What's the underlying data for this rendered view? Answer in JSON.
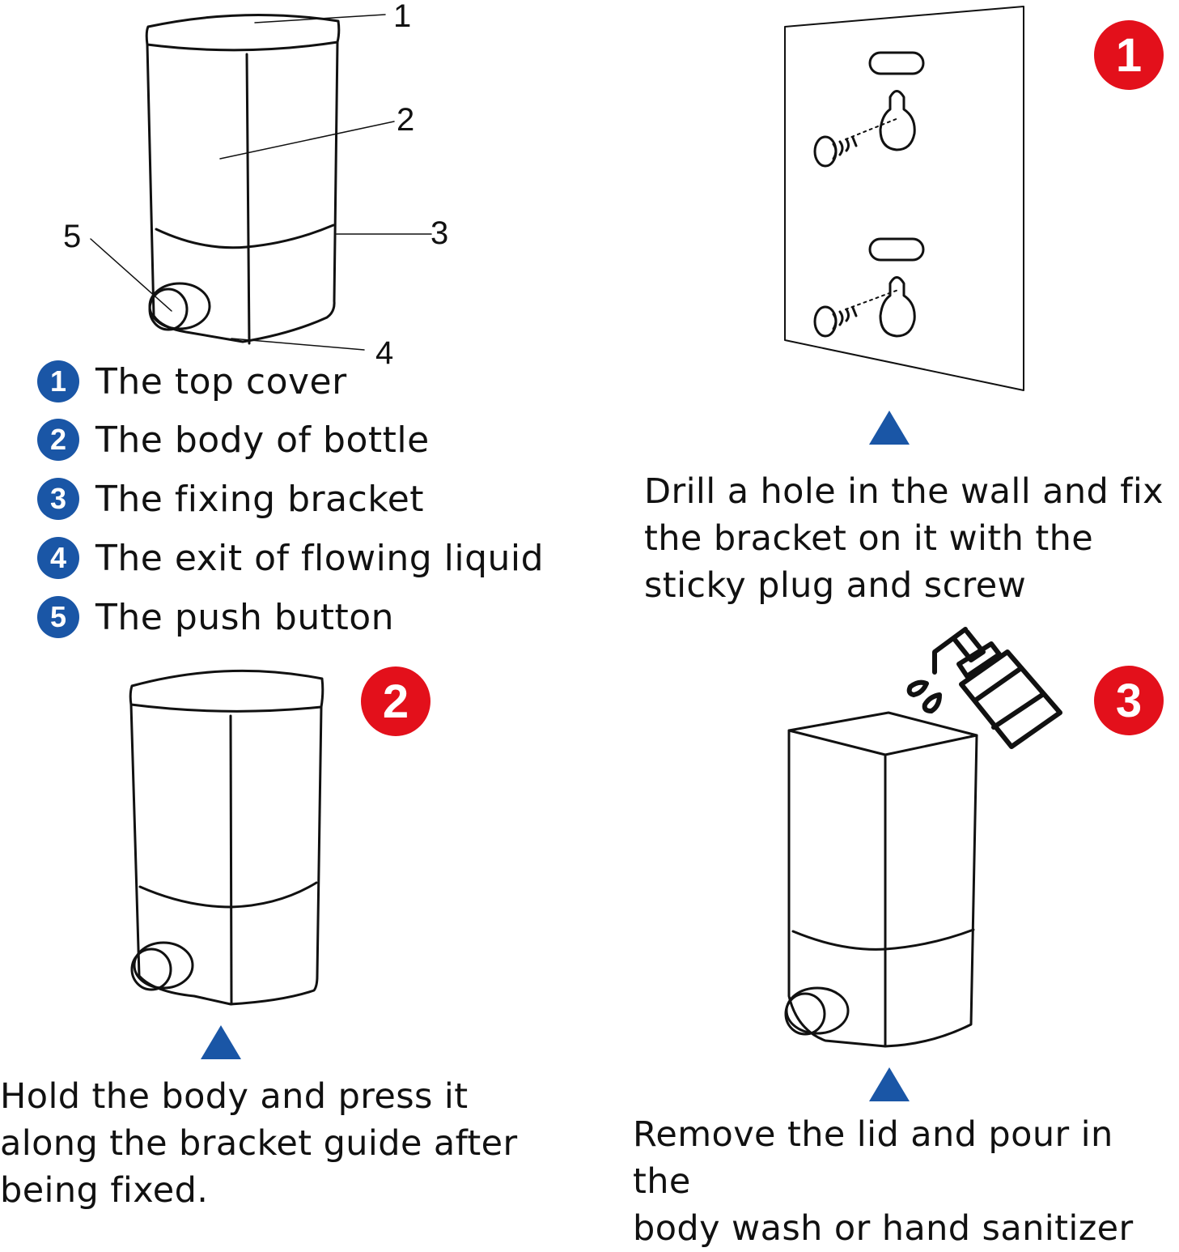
{
  "diagram": {
    "callouts": [
      "1",
      "2",
      "3",
      "4",
      "5"
    ],
    "parts": [
      {
        "number": "1",
        "label": "The top cover"
      },
      {
        "number": "2",
        "label": "The body of bottle"
      },
      {
        "number": "3",
        "label": "The fixing bracket"
      },
      {
        "number": "4",
        "label": "The exit of flowing liquid"
      },
      {
        "number": "5",
        "label": "The push button"
      }
    ]
  },
  "steps": [
    {
      "number": "1",
      "caption": "Drill a hole in the wall and fix\nthe bracket on it with the\nsticky plug and screw"
    },
    {
      "number": "2",
      "caption": "Hold the body and press it\nalong the bracket guide after\nbeing fixed."
    },
    {
      "number": "3",
      "caption": "Remove the lid and pour in the\nbody wash or hand sanitizer"
    }
  ],
  "colors": {
    "step_badge": "#e3101b",
    "part_badge": "#1a56a6",
    "arrow": "#1a56a6"
  }
}
